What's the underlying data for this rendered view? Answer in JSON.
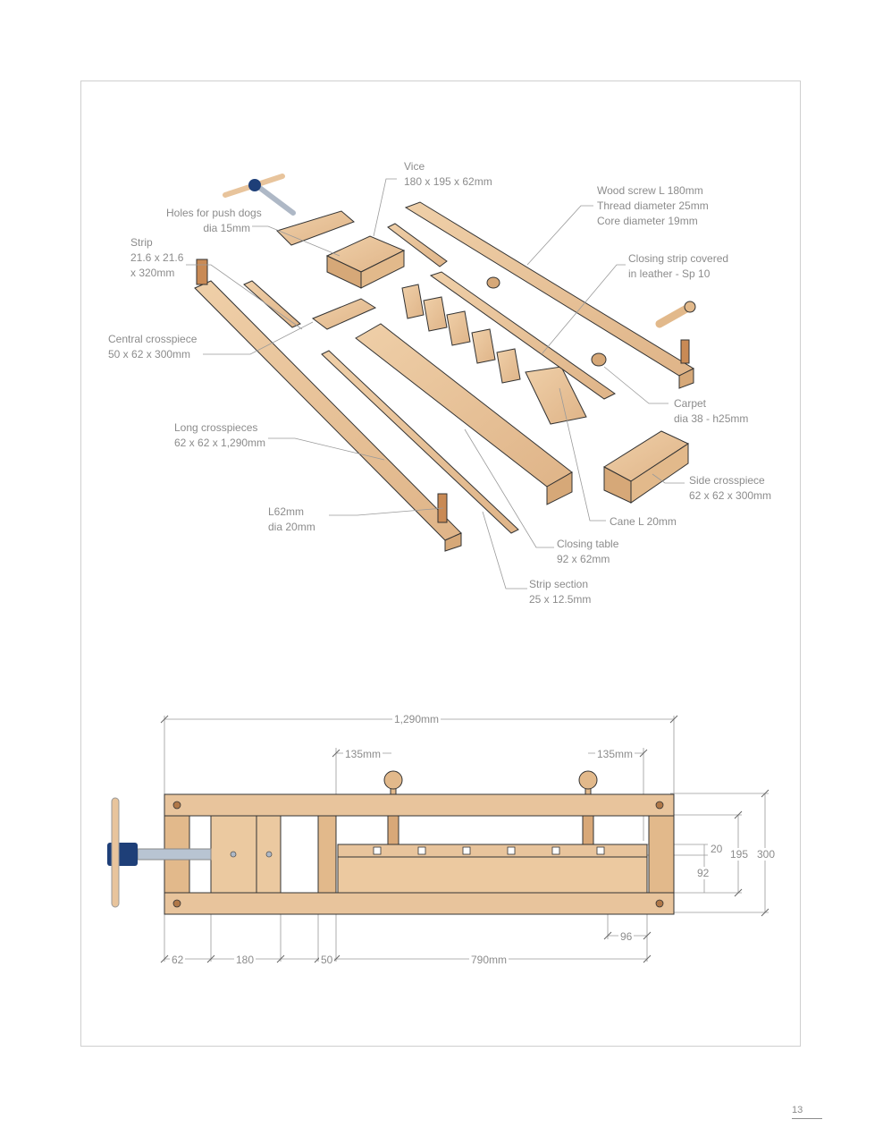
{
  "labels": {
    "vice": [
      "Vice",
      "180 x 195 x 62mm"
    ],
    "holes": [
      "Holes for push dogs",
      "dia 15mm"
    ],
    "strip": [
      "Strip",
      "21.6 x 21.6",
      "x 320mm"
    ],
    "central": [
      "Central crosspiece",
      "50 x 62 x 300mm"
    ],
    "long": [
      "Long crosspieces",
      "62 x 62 x 1,290mm"
    ],
    "l62": [
      "L62mm",
      "dia 20mm"
    ],
    "screw": [
      "Wood screw L 180mm",
      "Thread diameter 25mm",
      "Core diameter 19mm"
    ],
    "closing_strip": [
      "Closing strip covered",
      "in leather - Sp 10"
    ],
    "carpet": [
      "Carpet",
      "dia 38 - h25mm"
    ],
    "side": [
      "Side crosspiece",
      "62 x 62 x 300mm"
    ],
    "cane": [
      "Cane L 20mm"
    ],
    "closing_table": [
      "Closing table",
      "92 x 62mm"
    ],
    "strip_section": [
      "Strip section",
      "25 x 12.5mm"
    ]
  },
  "dims": {
    "total": "1,290mm",
    "left135": "135mm",
    "right135": "135mm",
    "d20": "20",
    "d195": "195",
    "d300": "300",
    "d92": "92",
    "d96": "96",
    "d62": "62",
    "d180": "180",
    "d50": "50",
    "d790": "790mm"
  },
  "page_number": "13",
  "colors": {
    "wood": "#e8c49c",
    "wood_dark": "#d6a878",
    "metal": "#1e3f78",
    "line": "#9a9a9a"
  }
}
